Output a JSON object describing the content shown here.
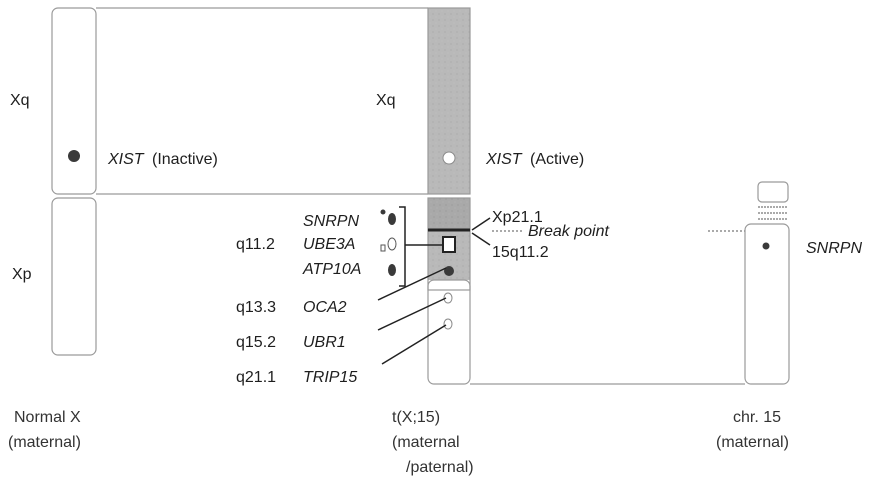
{
  "chromosomes": {
    "normal_x": {
      "arm_q": "Xq",
      "arm_p": "Xp",
      "xist_gene": "XIST",
      "xist_state": "(Inactive)",
      "caption_line1": "Normal X",
      "caption_line2": "(maternal)"
    },
    "translocation": {
      "arm_q": "Xq",
      "xist_gene": "XIST",
      "xist_state": "(Active)",
      "breakpoint_x": "Xp21.1",
      "breakpoint_15": "15q11.2",
      "breakpoint_label": "Break point",
      "caption_line1": "t(X;15)",
      "caption_line2": "(maternal",
      "caption_line3": "/paternal)"
    },
    "chr15": {
      "gene": "SNRPN",
      "caption_line1": "chr. 15",
      "caption_line2": "(maternal)"
    }
  },
  "gene_labels": {
    "band_q11_2": "q11.2",
    "snrpn": "SNRPN",
    "ube3a": "UBE3A",
    "atp10a": "ATP10A",
    "band_q13_3": "q13.3",
    "oca2": "OCA2",
    "band_q15_2": "q15.2",
    "ubr1": "UBR1",
    "band_q21_1": "q21.1",
    "trip15": "TRIP15"
  },
  "colors": {
    "shaded_region": "#b9b9b9",
    "outline": "#9a9a9a",
    "dark_marker": "#3a3a3a"
  }
}
